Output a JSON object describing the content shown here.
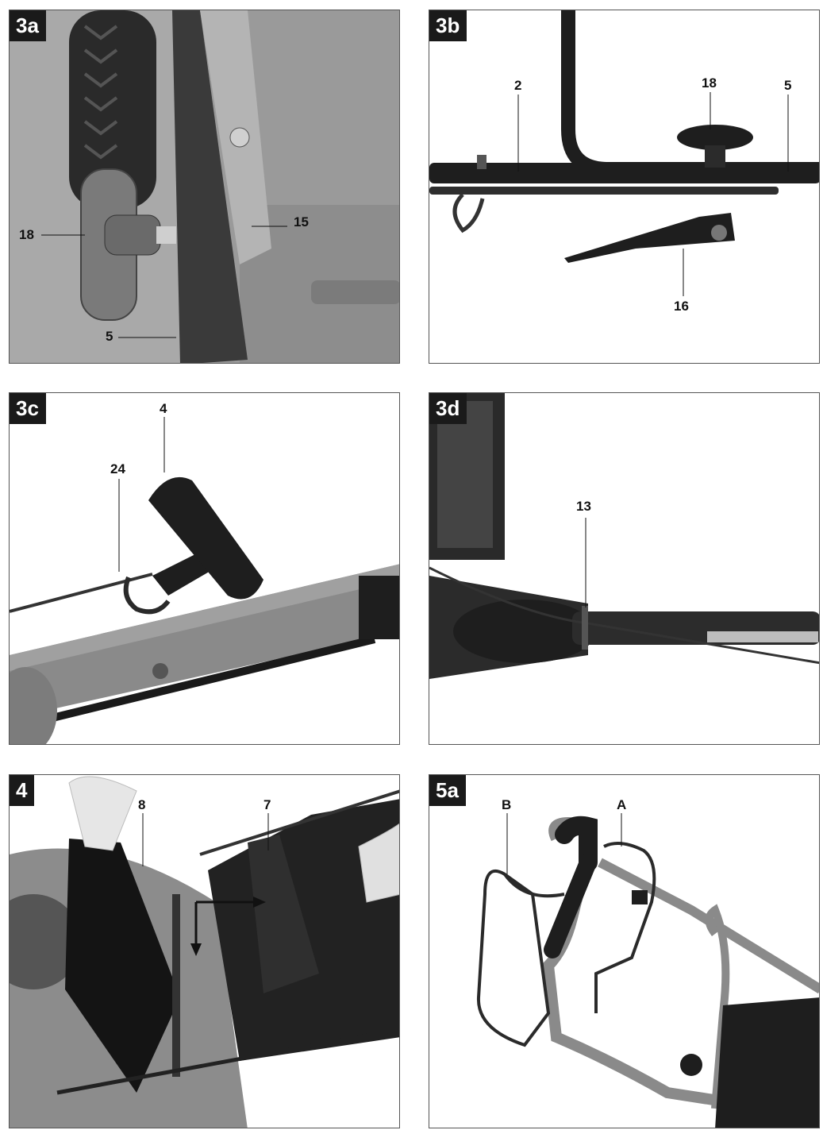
{
  "panels": [
    {
      "id": "3a",
      "label": "3a",
      "callouts": [
        "18",
        "15",
        "5"
      ]
    },
    {
      "id": "3b",
      "label": "3b",
      "callouts": [
        "2",
        "18",
        "5",
        "16"
      ]
    },
    {
      "id": "3c",
      "label": "3c",
      "callouts": [
        "4",
        "24"
      ]
    },
    {
      "id": "3d",
      "label": "3d",
      "callouts": [
        "13"
      ]
    },
    {
      "id": "4",
      "label": "4",
      "callouts": [
        "8",
        "7"
      ]
    },
    {
      "id": "5a",
      "label": "5a",
      "callouts": [
        "B",
        "A"
      ]
    }
  ],
  "colors": {
    "frame": "#555555",
    "tag_bg": "#1a1a1a",
    "metal_grey": "#8a8a8a",
    "dark_part": "#1e1e1e"
  }
}
